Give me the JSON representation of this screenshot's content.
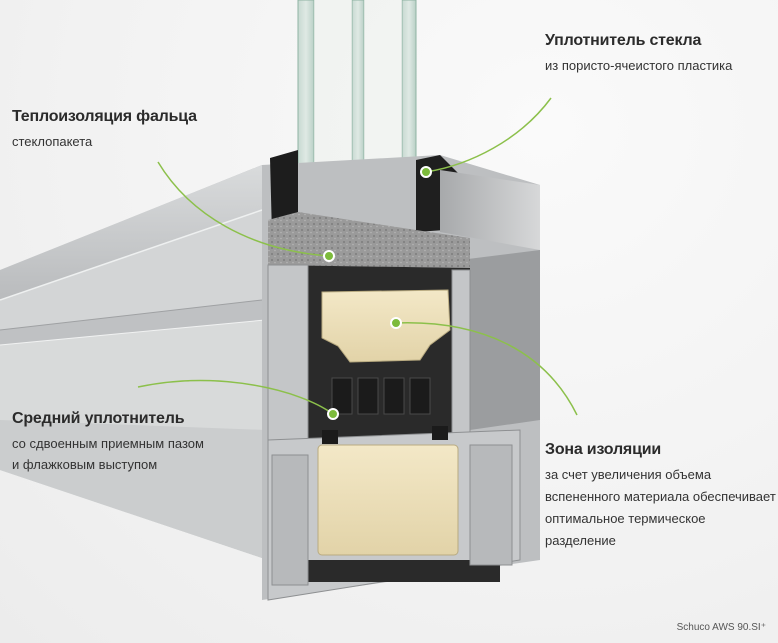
{
  "callouts": {
    "glass_seal": {
      "title": "Уплотнитель стекла",
      "desc": "из пористо-ячеистого пластика"
    },
    "rebate_insulation": {
      "title": "Теплоизоляция фальца",
      "desc": "стеклопакета"
    },
    "middle_seal": {
      "title": "Средний уплотнитель",
      "desc_line1": "со сдвоенным приемным пазом",
      "desc_line2": "и флажковым выступом"
    },
    "insulation_zone": {
      "title": "Зона изоляции",
      "desc_line1": "за счет увеличения объема",
      "desc_line2": "вспененного материала обеспечивает",
      "desc_line3": "оптимальное термическое разделение"
    }
  },
  "model_label": "Schuco AWS 90.SI⁺",
  "colors": {
    "callout_line": "#8cc04b",
    "marker_fill": "#7dbb3c",
    "aluminium": "#c9cbcd",
    "insulation_foam": "#efe2bb",
    "glass": "#a9c7bb"
  }
}
